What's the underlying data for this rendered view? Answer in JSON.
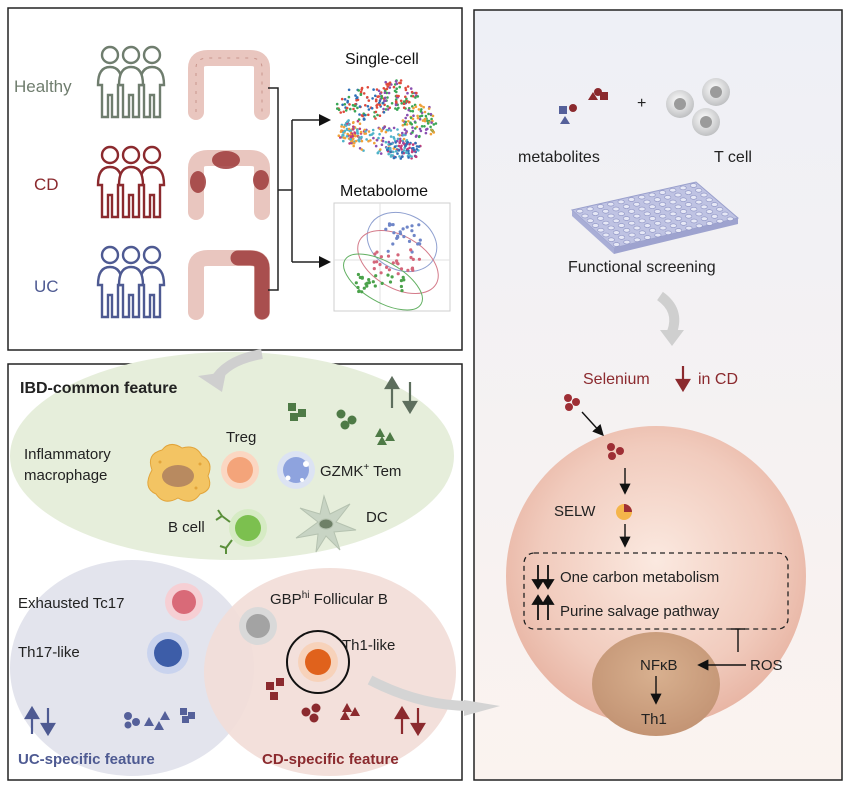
{
  "groups": {
    "healthy": "Healthy",
    "cd": "CD",
    "uc": "UC"
  },
  "methods": {
    "single_cell": "Single-cell",
    "metabolome": "Metabolome"
  },
  "screening": {
    "metabolites": "metabolites",
    "plus": "+",
    "t_cell": "T cell",
    "functional": "Functional screening"
  },
  "selenium": {
    "label": "Selenium",
    "suffix": "in CD",
    "selw": "SELW",
    "one_carbon": "One  carbon metabolism",
    "purine": "Purine salvage pathway",
    "nfkb": "NFκB",
    "ros": "ROS",
    "th1": "Th1"
  },
  "features": {
    "common_title": "IBD-common feature",
    "uc_title": "UC-specific feature",
    "cd_title": "CD-specific feature"
  },
  "cells": {
    "inflammatory_1": "Inflammatory",
    "inflammatory_2": "macrophage",
    "treg": "Treg",
    "gzmk_prefix": "GZMK",
    "gzmk_sup": "+",
    "gzmk_suffix": " Tem",
    "b_cell": "B cell",
    "dc": "DC",
    "exhausted_tc17": "Exhausted Tc17",
    "th17_like": "Th17-like",
    "gbp_prefix": "GBP",
    "gbp_sup": "hi",
    "gbp_suffix": " Follicular B",
    "th1_like": "Th1-like"
  },
  "colors": {
    "healthy": "#6f7d6e",
    "cd": "#8b2a2e",
    "uc": "#4e5a92",
    "green_ellipse": "#e7efdc",
    "blue_ellipse": "#e3e5ee",
    "red_ellipse": "#f3e1dc"
  }
}
